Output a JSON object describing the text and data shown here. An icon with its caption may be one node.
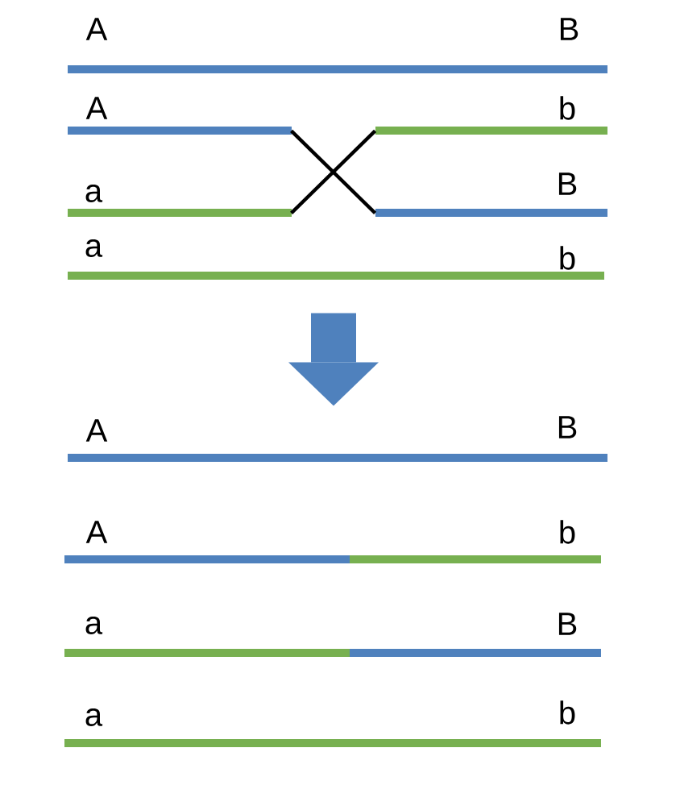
{
  "diagram": {
    "nodes": [
      {
        "text": [
          "A",
          "B"
        ]
      },
      {
        "text": [
          "A",
          "b"
        ]
      },
      {
        "text": [
          "a",
          "B"
        ]
      },
      {
        "text": [
          "a",
          "b"
        ]
      },
      {
        "text": [
          "A",
          "B"
        ]
      },
      {
        "text": [
          "A",
          "b"
        ]
      },
      {
        "text": [
          "a",
          "B"
        ]
      },
      {
        "text": [
          "a",
          "b"
        ]
      }
    ],
    "edges": [
      {
        "from": 1,
        "to": 2,
        "arrow": "none"
      },
      {
        "from": 3,
        "to": 4,
        "arrow": "to",
        "style": "thick",
        "color": "#4f81bd"
      }
    ]
  }
}
